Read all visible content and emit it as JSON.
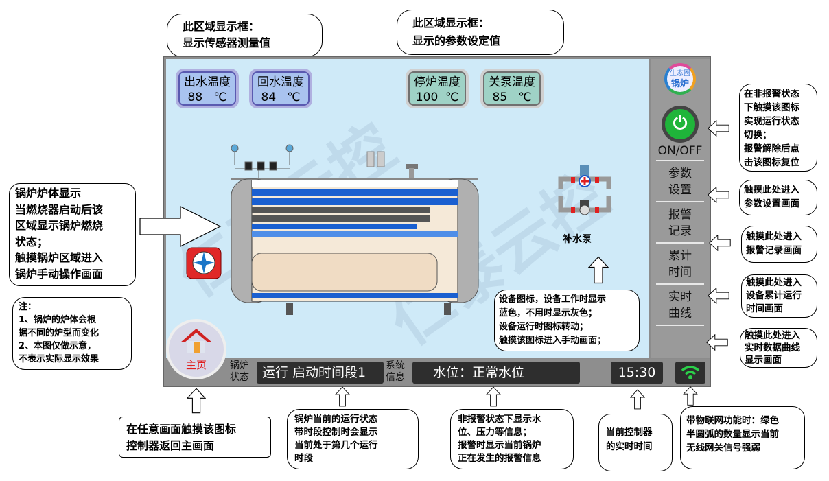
{
  "callouts": {
    "sensor_box": [
      "此区域显示框：",
      "显示传感器测量值"
    ],
    "param_box": [
      "此区域显示框：",
      "显示的参数设定值"
    ],
    "boiler_body": [
      "锅炉炉体显示",
      "当燃烧器启动后该",
      "区域显示锅炉燃烧",
      "状态；",
      "触摸锅炉区域进入",
      "锅炉手动操作画面"
    ],
    "note": [
      "注：",
      "1、锅炉的炉体会根",
      "据不同的炉型而变化",
      "2、本图仅做示意，",
      "不表示实际显示效果"
    ],
    "device_icon": [
      "设备图标，设备工作时显示",
      "蓝色，不用时显示灰色；",
      "设备运行时图标转动；",
      "触摸该图标进入手动画面；"
    ],
    "onoff": [
      "在非报警状态",
      "下触摸该图标",
      "实现运行状态",
      "切换；",
      "报警解除后点",
      "击该图标复位"
    ],
    "param_set": [
      "触摸此处进入",
      "参数设置画面"
    ],
    "alarm_log": [
      "触摸此处进入",
      "报警记录画面"
    ],
    "cum_time": [
      "触摸此处进入",
      "设备累计运行",
      "时间画面"
    ],
    "realtime_curve": [
      "触摸此处进入",
      "实时数据曲线",
      "显示画面"
    ],
    "home": [
      "在任意画面触摸该图标",
      "控制器返回主画面"
    ],
    "run_state": [
      "锅炉当前的运行状态",
      "带时段控制时会显示",
      "当前处于第几个运行",
      "时段"
    ],
    "sys_info": [
      "非报警状态下显示水",
      "位、压力等信息；",
      "报警时显示当前锅炉",
      "正在发生的报警信息"
    ],
    "clock": [
      "当前控制器",
      "的实时时间"
    ],
    "wifi": [
      "带物联网功能时：绿色",
      "半圆弧的数量显示当前",
      "无线网关信号强弱"
    ]
  },
  "sensors": [
    {
      "label": "出水温度",
      "value": "88",
      "unit": "℃"
    },
    {
      "label": "回水温度",
      "value": "84",
      "unit": "℃"
    }
  ],
  "setpoints": [
    {
      "label": "停炉温度",
      "value": "100",
      "unit": "℃"
    },
    {
      "label": "关泵温度",
      "value": "85",
      "unit": "℃"
    }
  ],
  "pump_label": "补水泵",
  "watermark": "仁泰云控",
  "logo": {
    "line1": "生态圈",
    "line2": "锅炉"
  },
  "sidebar": {
    "onoff": "ON/OFF",
    "items": [
      [
        "参数",
        "设置"
      ],
      [
        "报警",
        "记录"
      ],
      [
        "累计",
        "时间"
      ],
      [
        "实时",
        "曲线"
      ]
    ]
  },
  "bottom": {
    "home": "主页",
    "state_label": [
      "锅炉",
      "状态"
    ],
    "state_value": "运行 启动时间段1",
    "info_label": [
      "系统",
      "信息"
    ],
    "info_value": "水位：正常水位",
    "time": "15:30"
  },
  "colors": {
    "power": "#1fb53a",
    "wifi": "#2bd14a",
    "home_label": "#e02020",
    "screen": "#cfeaf8"
  }
}
